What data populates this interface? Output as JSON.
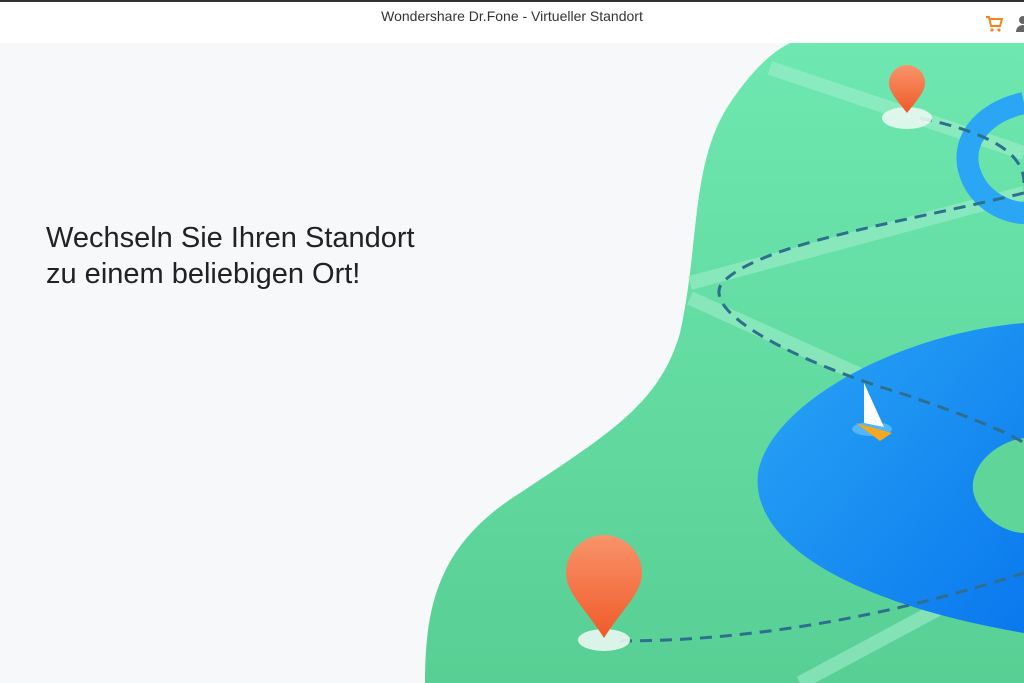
{
  "window": {
    "title": "Wondershare Dr.Fone - Virtueller Standort"
  },
  "toolbar": {
    "cart_icon": "shopping-cart-icon",
    "user_icon": "user-icon",
    "accent": "#f5841f"
  },
  "main": {
    "headline_line1": "Wechseln Sie Ihren Standort",
    "headline_line2": "zu einem beliebigen Ort!"
  },
  "colors": {
    "land": "#5fd59a",
    "water": "#1e88f0",
    "pin": "#f36d3e"
  }
}
